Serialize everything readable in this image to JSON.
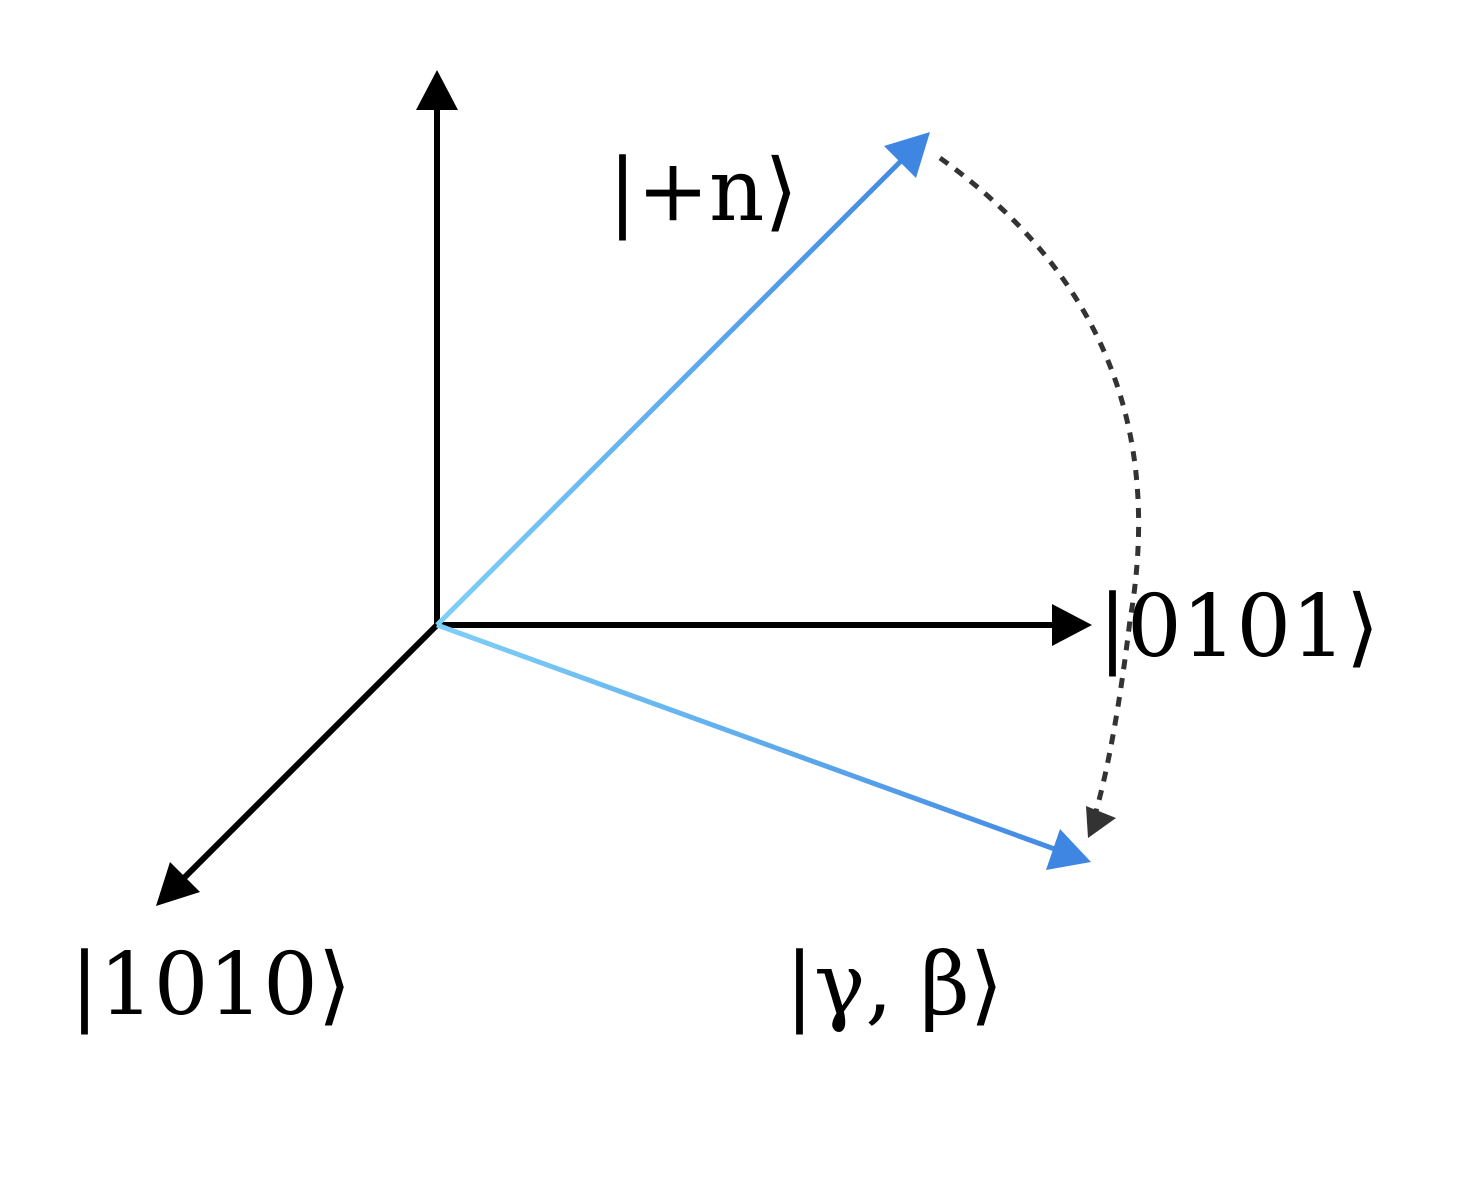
{
  "labels": {
    "plus_n": "|+n⟩",
    "state_0101": "|0101⟩",
    "state_1010": "|1010⟩",
    "gamma_beta": "|γ, β⟩"
  },
  "colors": {
    "axis": "#000000",
    "vector_start": "#7fd0f7",
    "vector_end": "#3f86e2",
    "arc": "#333333"
  }
}
